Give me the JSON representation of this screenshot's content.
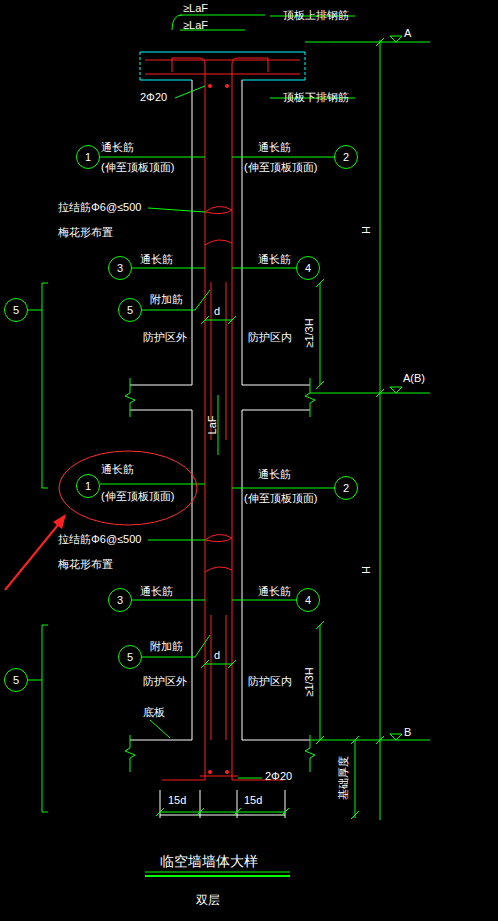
{
  "diagram": {
    "title": "临空墙墙体大样",
    "caption": "双层",
    "nodes": [
      {
        "text": [
          "1"
        ]
      },
      {
        "text": [
          "2"
        ]
      },
      {
        "text": [
          "3"
        ]
      },
      {
        "text": [
          "4"
        ]
      },
      {
        "text": [
          "5"
        ]
      },
      {
        "text": [
          "5"
        ]
      },
      {
        "text": [
          "通长筋",
          "(伸至顶板顶面)"
        ]
      },
      {
        "text": [
          "1"
        ],
        "in": 6
      },
      {
        "text": [
          "2"
        ]
      },
      {
        "text": [
          "3"
        ]
      },
      {
        "text": [
          "4"
        ]
      },
      {
        "text": [
          "5"
        ]
      },
      {
        "text": [
          "5"
        ]
      }
    ],
    "labels": [
      "≥LaF",
      "≥LaF",
      "顶板上排钢筋",
      "A",
      "2Φ20",
      "顶板下排钢筋",
      "H",
      "通长筋",
      "(伸至顶板顶面)",
      "通长筋",
      "(伸至顶板顶面)",
      "拉结筋Φ6@≤500",
      "梅花形布置",
      "通长筋",
      "通长筋",
      "附加筋",
      "d",
      "防护区外",
      "防护区内",
      "≥1/3H",
      "A(B)",
      "LaF",
      "通长筋",
      "(伸至顶板顶面)",
      "拉结筋Φ6@≤500",
      "梅花形布置",
      "通长筋",
      "通长筋",
      "附加筋",
      "d",
      "防护区外",
      "防护区内",
      "≥1/3H",
      "H",
      "底板",
      "B",
      "2Φ20",
      "15d",
      "15d",
      "基础厚度"
    ]
  }
}
